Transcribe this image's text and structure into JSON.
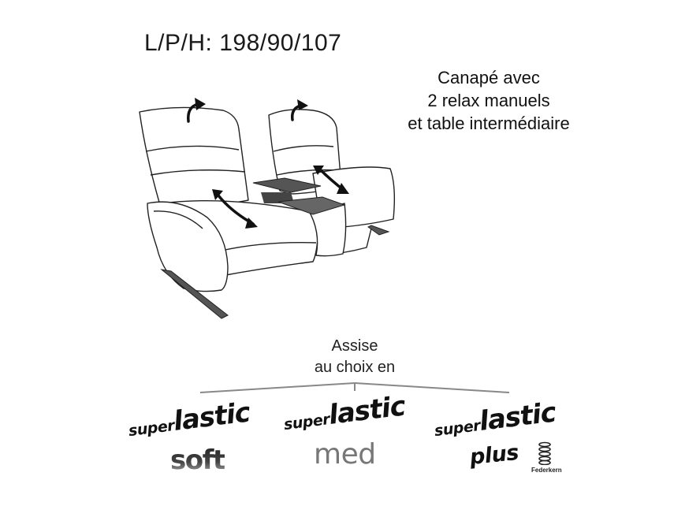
{
  "dimensions": "L/P/H: 198/90/107",
  "description": [
    "Canapé avec",
    "2 relax manuels",
    "et table intermédiaire"
  ],
  "assise": [
    "Assise",
    "au choix en"
  ],
  "options": [
    {
      "brand_a": "super",
      "brand_b": "lastic",
      "variant": "soft"
    },
    {
      "brand_a": "super",
      "brand_b": "lastic",
      "variant": "med"
    },
    {
      "brand_a": "super",
      "brand_b": "lastic",
      "variant": "plus",
      "extra": "Federkern"
    }
  ]
}
